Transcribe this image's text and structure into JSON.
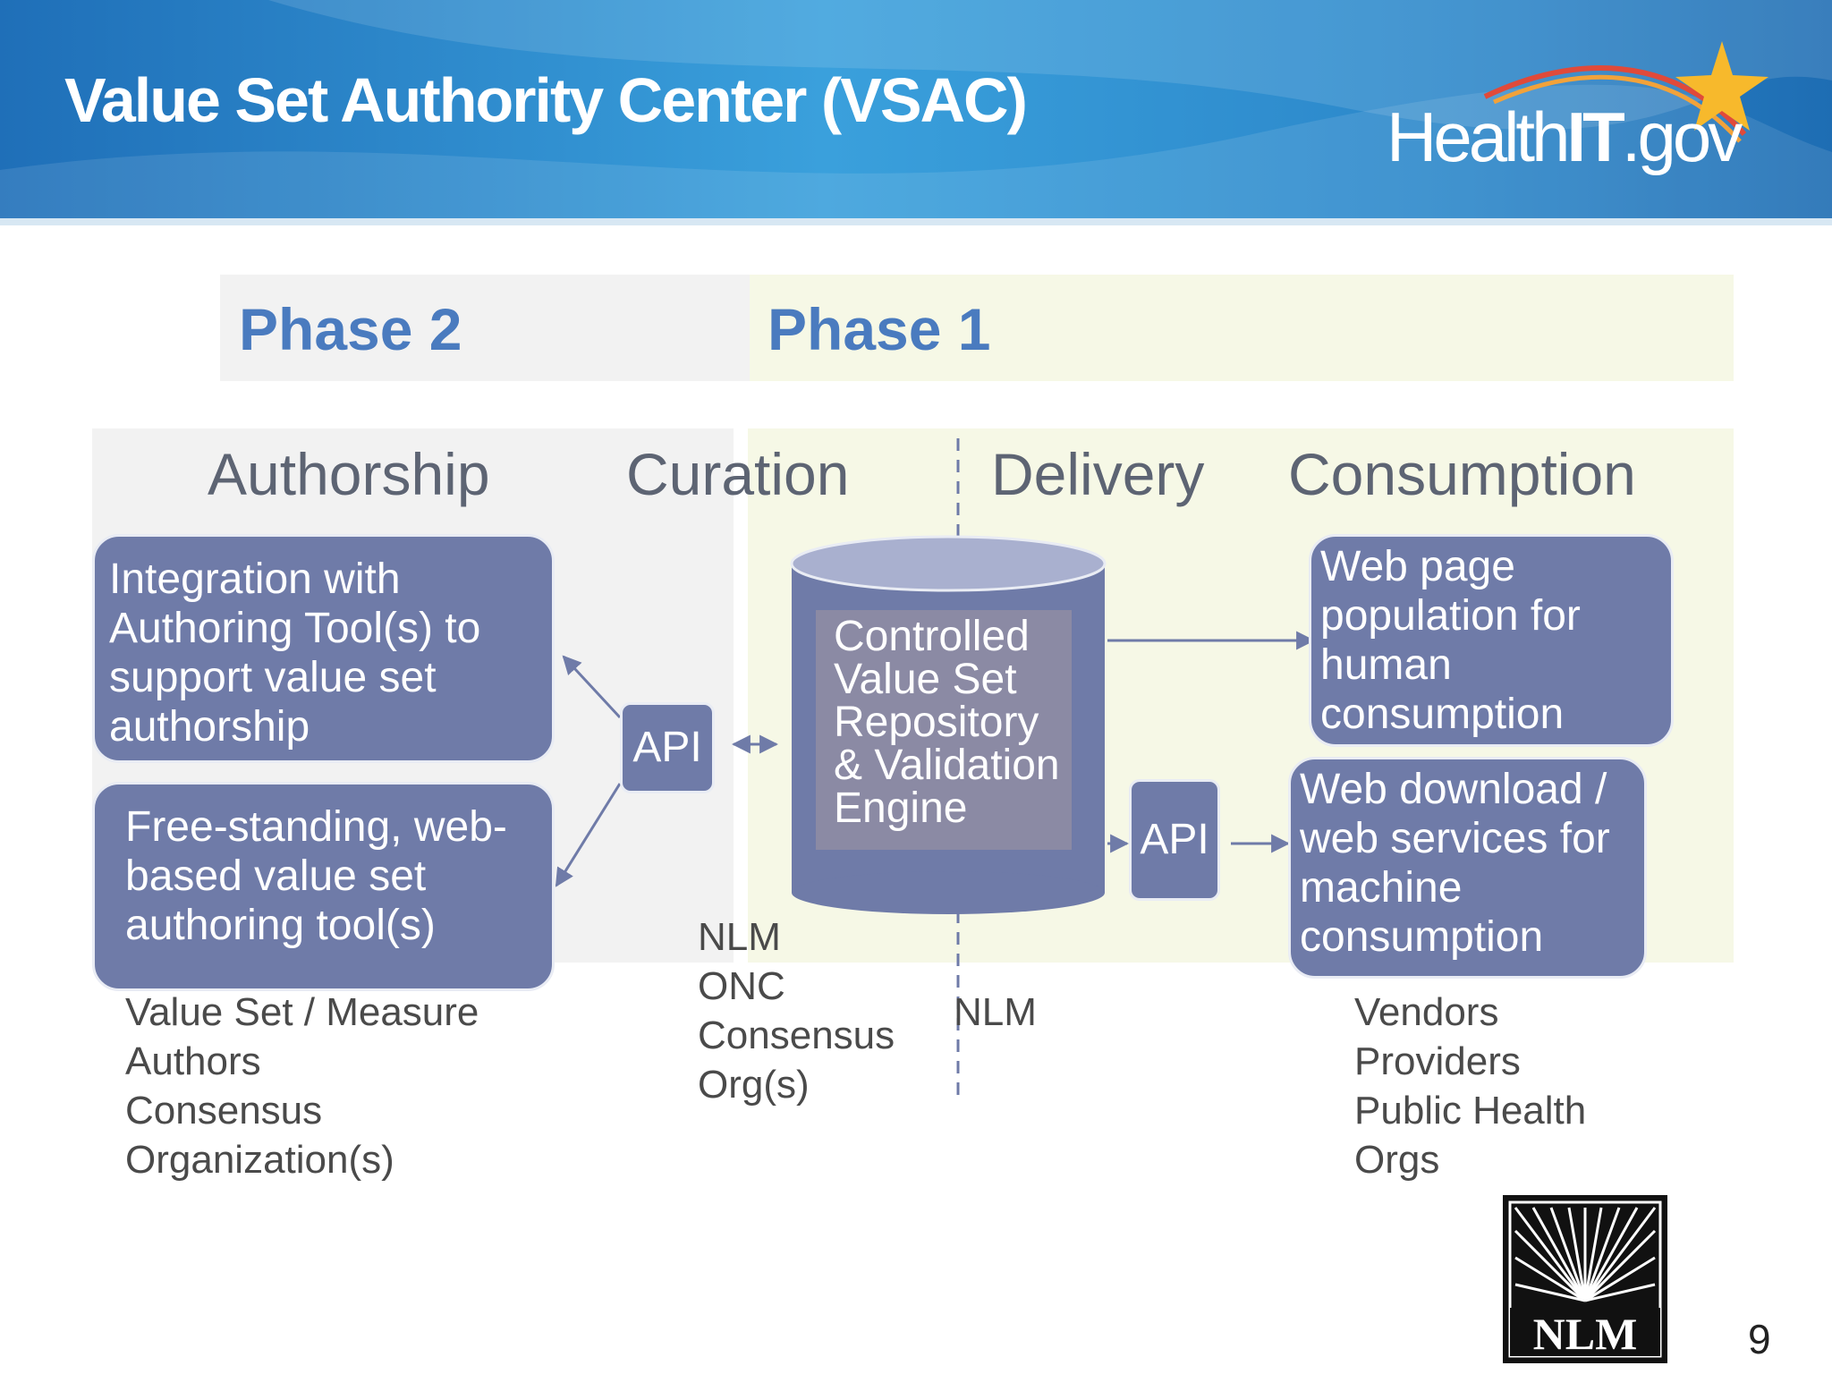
{
  "header": {
    "title": "Value Set Authority Center (VSAC)"
  },
  "logo": {
    "prefix": "Health",
    "bold": "IT",
    "suffix": ".gov"
  },
  "phases": {
    "phase2": "Phase 2",
    "phase1": "Phase 1"
  },
  "columns": {
    "authorship": "Authorship",
    "curation": "Curation",
    "delivery": "Delivery",
    "consumption": "Consumption"
  },
  "boxes": {
    "integration": "Integration with Authoring Tool(s) to support value set authorship",
    "free_standing": "Free-standing, web-based value set authoring tool(s)",
    "repository": "Controlled Value Set Repository & Validation Engine",
    "web_page": "Web page population for human consumption",
    "web_download": "Web download / web services for machine consumption"
  },
  "api": {
    "curation": "API",
    "delivery": "API"
  },
  "stakeholders": {
    "authorship": "Value Set / Measure\nAuthors\nConsensus\nOrganization(s)",
    "curation": "NLM\nONC\nConsensus\nOrg(s)",
    "delivery": "NLM",
    "consumption": "Vendors\nProviders\nPublic Health\nOrgs"
  },
  "nlm_logo": {
    "text": "NLM"
  },
  "page_number": "9",
  "colors": {
    "box_fill": "#6f7ba8",
    "phase_label": "#4a7bbf",
    "phase2_band": "#f2f2f2",
    "phase1_band": "#f6f8e6",
    "header_blue": "#2a7fc4"
  }
}
